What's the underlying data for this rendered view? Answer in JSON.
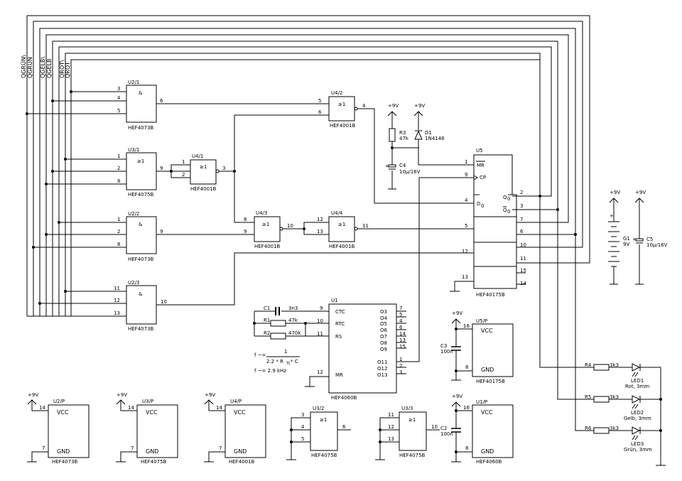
{
  "buses": [
    "QGRÜN\\",
    "QGRÜN",
    "QGELB\\",
    "QGELB",
    "QROT\\",
    "QROT"
  ],
  "gates": [
    {
      "ref": "U2/1",
      "sym": "&",
      "part": "HEF4073B",
      "pins": [
        "3",
        "4",
        "5",
        "6"
      ]
    },
    {
      "ref": "U3/1",
      "sym": "≥1",
      "part": "HEF4075B",
      "pins": [
        "1",
        "2",
        "8",
        "9"
      ]
    },
    {
      "ref": "U4/1",
      "sym": "≥1",
      "part": "HEF4001B",
      "pins": [
        "1",
        "2",
        "3"
      ]
    },
    {
      "ref": "U2/2",
      "sym": "&",
      "part": "HEF4073B",
      "pins": [
        "1",
        "2",
        "8",
        "9"
      ]
    },
    {
      "ref": "U2/3",
      "sym": "&",
      "part": "HEF4073B",
      "pins": [
        "11",
        "12",
        "13",
        "10"
      ]
    },
    {
      "ref": "U4/2",
      "sym": "≥1",
      "part": "HEF4001B",
      "pins": [
        "5",
        "6",
        "4"
      ]
    },
    {
      "ref": "U4/3",
      "sym": "≥1",
      "part": "HEF4001B",
      "pins": [
        "8",
        "9",
        "10"
      ]
    },
    {
      "ref": "U4/4",
      "sym": "≥1",
      "part": "HEF4001B",
      "pins": [
        "12",
        "13",
        "11"
      ]
    },
    {
      "ref": "U3/2",
      "sym": "≥1",
      "part": "HEF4075B",
      "pins": [
        "3",
        "4",
        "5",
        "6"
      ]
    },
    {
      "ref": "U3/3",
      "sym": "≥1",
      "part": "HEF4075B",
      "pins": [
        "11",
        "12",
        "13",
        "10"
      ]
    }
  ],
  "u5": {
    "ref": "U5",
    "part": "HEF40175B",
    "mr": "MR",
    "cp": "CP",
    "d": "D",
    "q": "Q",
    "qbar": "Q",
    "sub0": "0",
    "left_pins": [
      "1",
      "9",
      "4",
      "5",
      "12",
      "13"
    ],
    "right_pins": [
      "2",
      "3",
      "7",
      "6",
      "10",
      "11",
      "15",
      "14"
    ]
  },
  "u1": {
    "ref": "U1",
    "part": "HEF4060B",
    "left_labels": [
      "CTC",
      "RTC",
      "RS",
      "MR"
    ],
    "left_pins": [
      "9",
      "10",
      "11",
      "12"
    ],
    "right_labels": [
      "O3",
      "O4",
      "O5",
      "O6",
      "O7",
      "O8",
      "O9",
      "O11",
      "O12",
      "O13"
    ],
    "right_pins": [
      "7",
      "5",
      "4",
      "6",
      "14",
      "13",
      "15",
      "1",
      "2",
      "3"
    ]
  },
  "passives": {
    "c1": {
      "ref": "C1",
      "val": "3n3"
    },
    "r1": {
      "ref": "R1",
      "val": "47k"
    },
    "r2": {
      "ref": "R2",
      "val": "470k"
    },
    "r3": {
      "ref": "R3",
      "val": "47k"
    },
    "d1": {
      "ref": "D1",
      "val": "1N4148"
    },
    "c4": {
      "ref": "C4",
      "val": "10µ/16V"
    },
    "c5": {
      "ref": "C5",
      "val": "10µ/16V"
    },
    "c2": {
      "ref": "C2",
      "val": "100n"
    },
    "c3": {
      "ref": "C3",
      "val": "100n"
    },
    "g1": {
      "ref": "G1",
      "val": "9V"
    },
    "r4": {
      "ref": "R4",
      "val": "3k3"
    },
    "r5": {
      "ref": "R5",
      "val": "3k3"
    },
    "r6": {
      "ref": "R6",
      "val": "3k3"
    },
    "led1": {
      "ref": "LED1",
      "val": "Rot, 3mm"
    },
    "led2": {
      "ref": "LED2",
      "val": "Gelb, 3mm"
    },
    "led3": {
      "ref": "LED3",
      "val": "Grün, 3mm"
    }
  },
  "power": {
    "v9": "+9V",
    "vcc": "VCC",
    "gnd": "GND"
  },
  "power_blocks": [
    {
      "ref": "U2/P",
      "part": "HEF4073B",
      "pins": [
        "14",
        "7"
      ]
    },
    {
      "ref": "U3/P",
      "part": "HEF4075B",
      "pins": [
        "14",
        "7"
      ]
    },
    {
      "ref": "U4/P",
      "part": "HEF4001B",
      "pins": [
        "14",
        "7"
      ]
    },
    {
      "ref": "U5/P",
      "part": "HEF40175B",
      "pins": [
        "16",
        "8"
      ]
    },
    {
      "ref": "U1/P",
      "part": "HEF4060B",
      "pins": [
        "16",
        "8"
      ]
    }
  ],
  "formula": {
    "f1": "f ~=",
    "num": "1",
    "den": "2.2 * R",
    "tc": "TC",
    "mid": " * C",
    "f2": "f ~= 2.9 kHz"
  }
}
